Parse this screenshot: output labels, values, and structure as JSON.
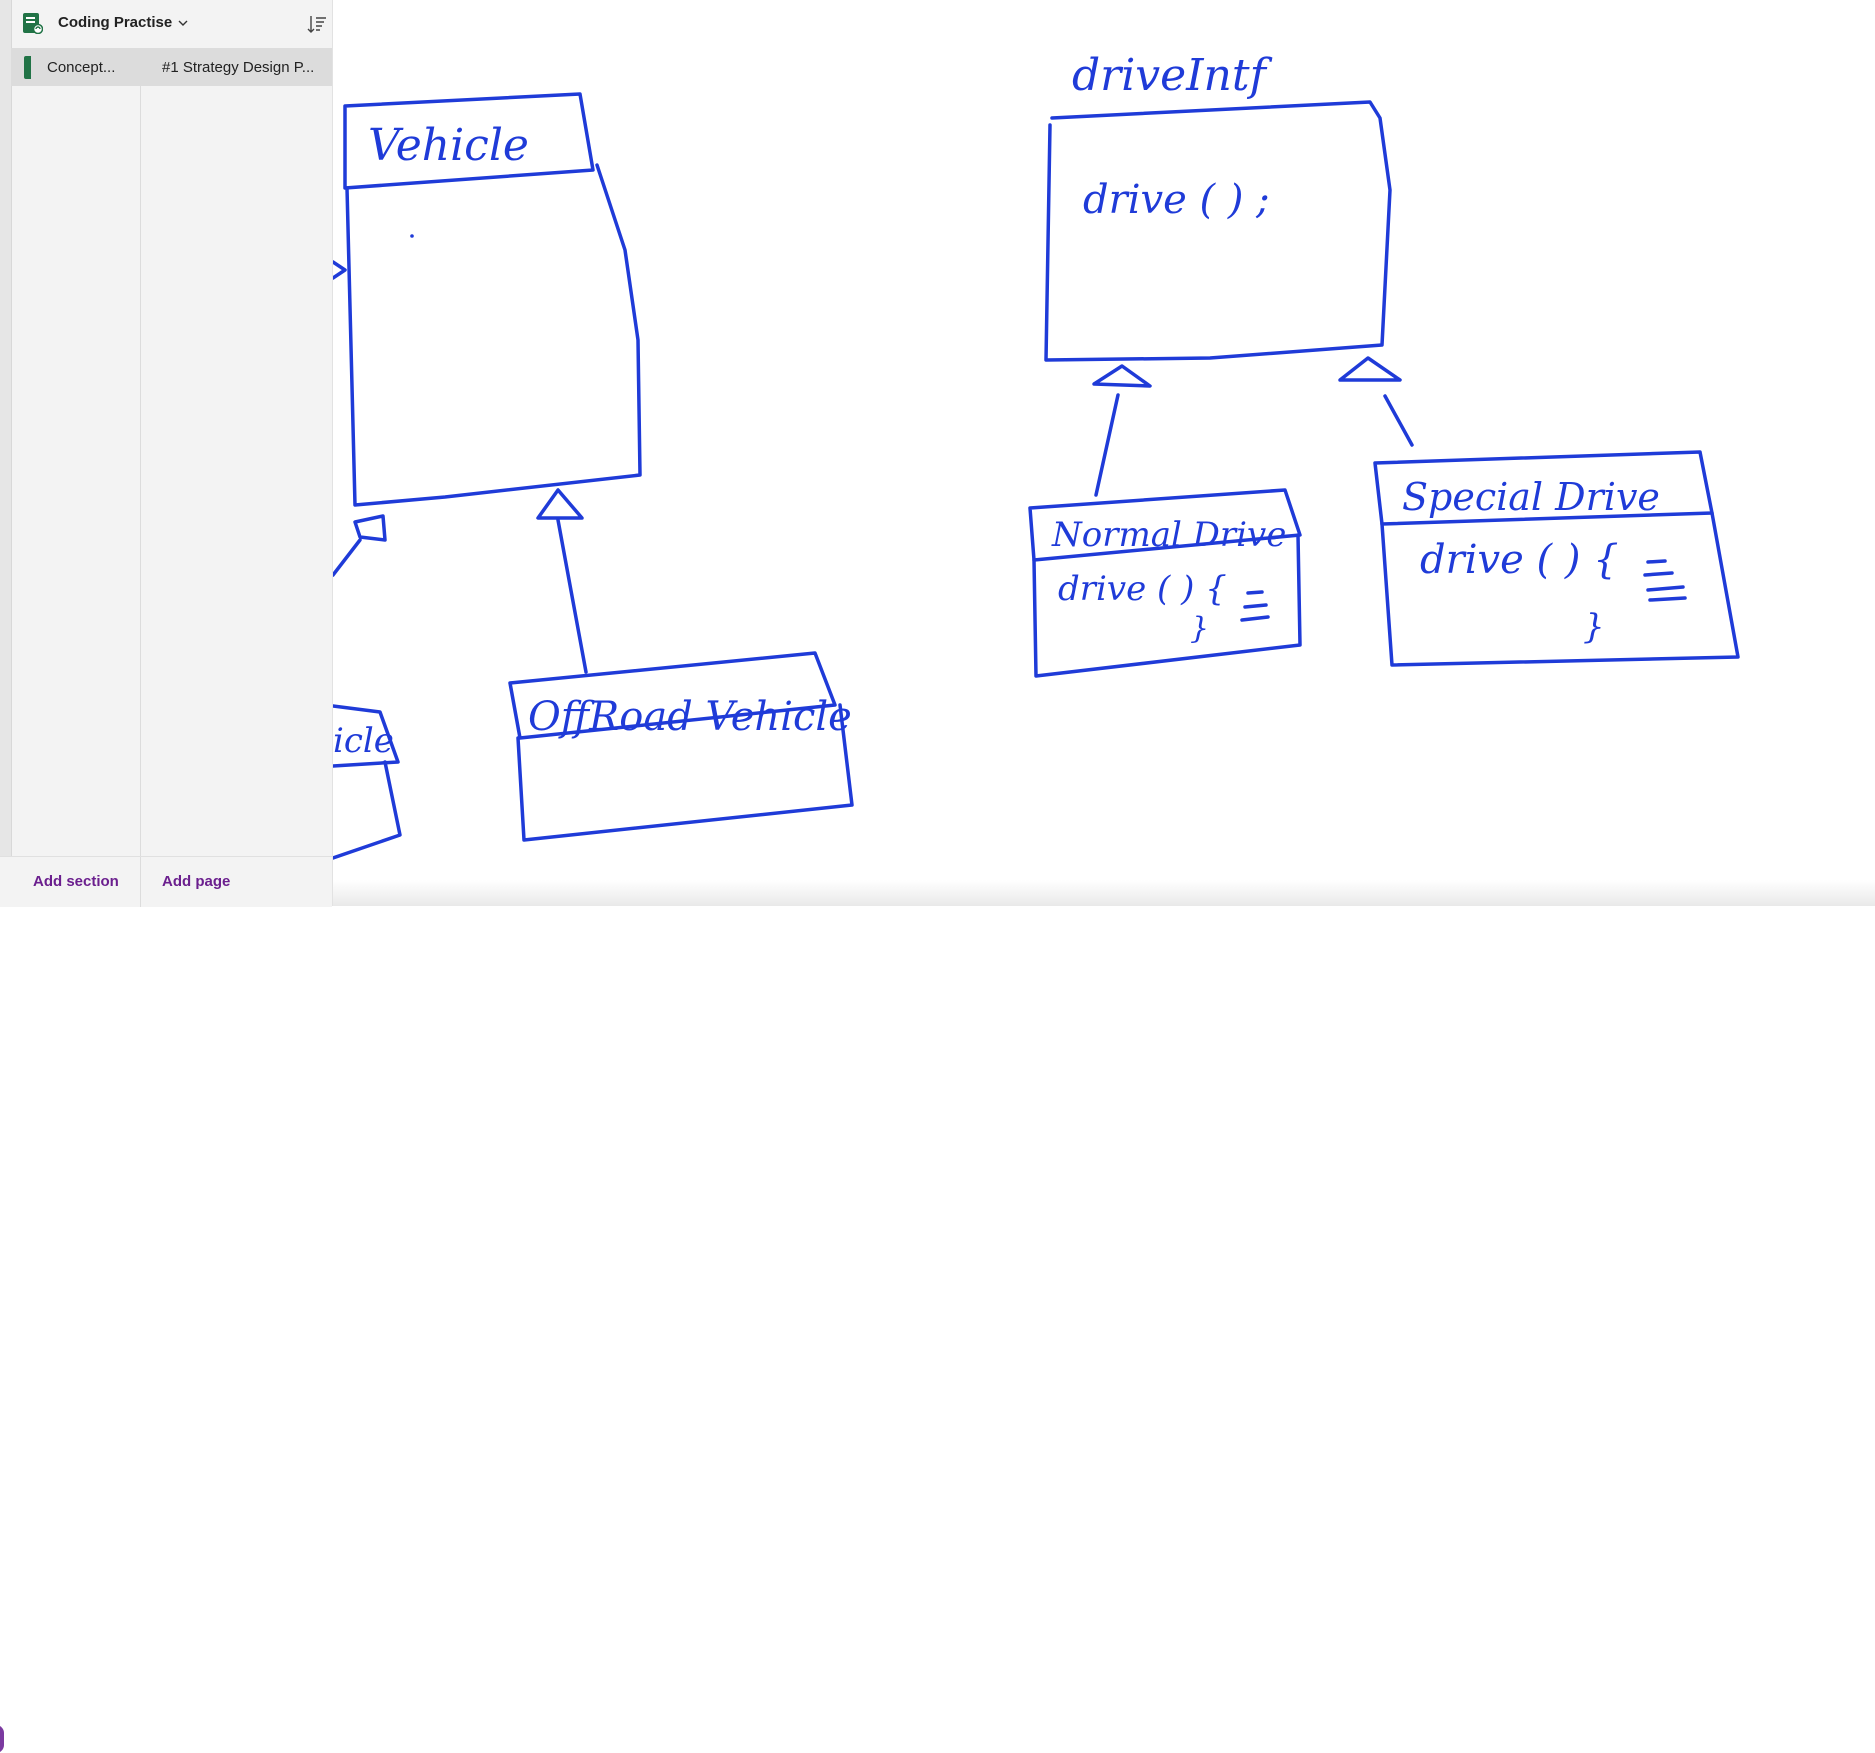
{
  "sidebar": {
    "notebook_title": "Coding Practise",
    "section_label": "Concept...",
    "page_label": "#1 Strategy Design P...",
    "add_section": "Add section",
    "add_page": "Add page"
  },
  "canvas": {
    "vehicle_title": "Vehicle",
    "offroad_title": "OffRoad Vehicle",
    "left_partial_title": "icle",
    "interface_title": "driveIntf",
    "interface_method": "drive ( ) ;",
    "normal_title": "Normal Drive",
    "normal_method": "drive ( ) {",
    "normal_close": "}",
    "special_title": "Special Drive",
    "special_method": "drive ( ) {",
    "special_close": "}",
    "ink_color": "#1f3bd8"
  },
  "colors": {
    "accent_purple": "#6b1f8e",
    "section_green": "#217346"
  }
}
